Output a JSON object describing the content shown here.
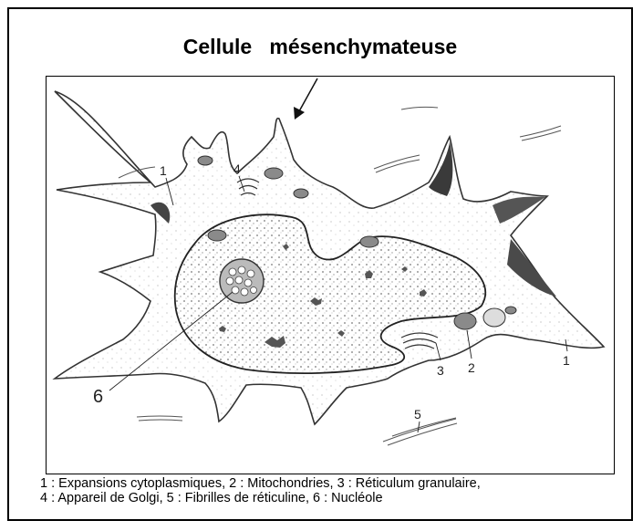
{
  "title": "Cellule   mésenchymateuse",
  "labels": {
    "l1a": "1",
    "l4": "4",
    "l6": "6",
    "l3": "3",
    "l2": "2",
    "l1b": "1",
    "l5": "5"
  },
  "caption": {
    "line1": "1 : Expansions cytoplasmiques, 2 : Mitochondries,  3 : Réticulum granulaire,",
    "line2": "4 : Appareil de Golgi, 5 : Fibrilles de réticuline, 6 : Nucléole"
  }
}
